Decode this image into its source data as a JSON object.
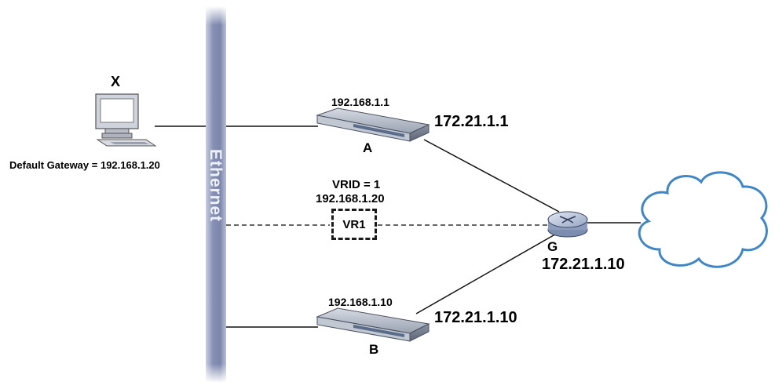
{
  "ethernet": {
    "label": "Ethernet"
  },
  "host": {
    "name": "X",
    "gateway": "Default Gateway = 192.168.1.20"
  },
  "switch_a": {
    "name": "A",
    "lan_ip": "192.168.1.1",
    "wan_ip": "172.21.1.1"
  },
  "switch_b": {
    "name": "B",
    "lan_ip": "192.168.1.10",
    "wan_ip": "172.21.1.10"
  },
  "virtual_router": {
    "vrid": "VRID = 1",
    "ip": "192.168.1.20",
    "label": "VR1"
  },
  "router_g": {
    "name": "G",
    "ip": "172.21.1.10"
  },
  "colors": {
    "ethernet_bar": "#8e98b8",
    "cloud_stroke": "#3f86c6",
    "switch_body": "#9aa3b2",
    "router_body": "#a9b7d0"
  }
}
